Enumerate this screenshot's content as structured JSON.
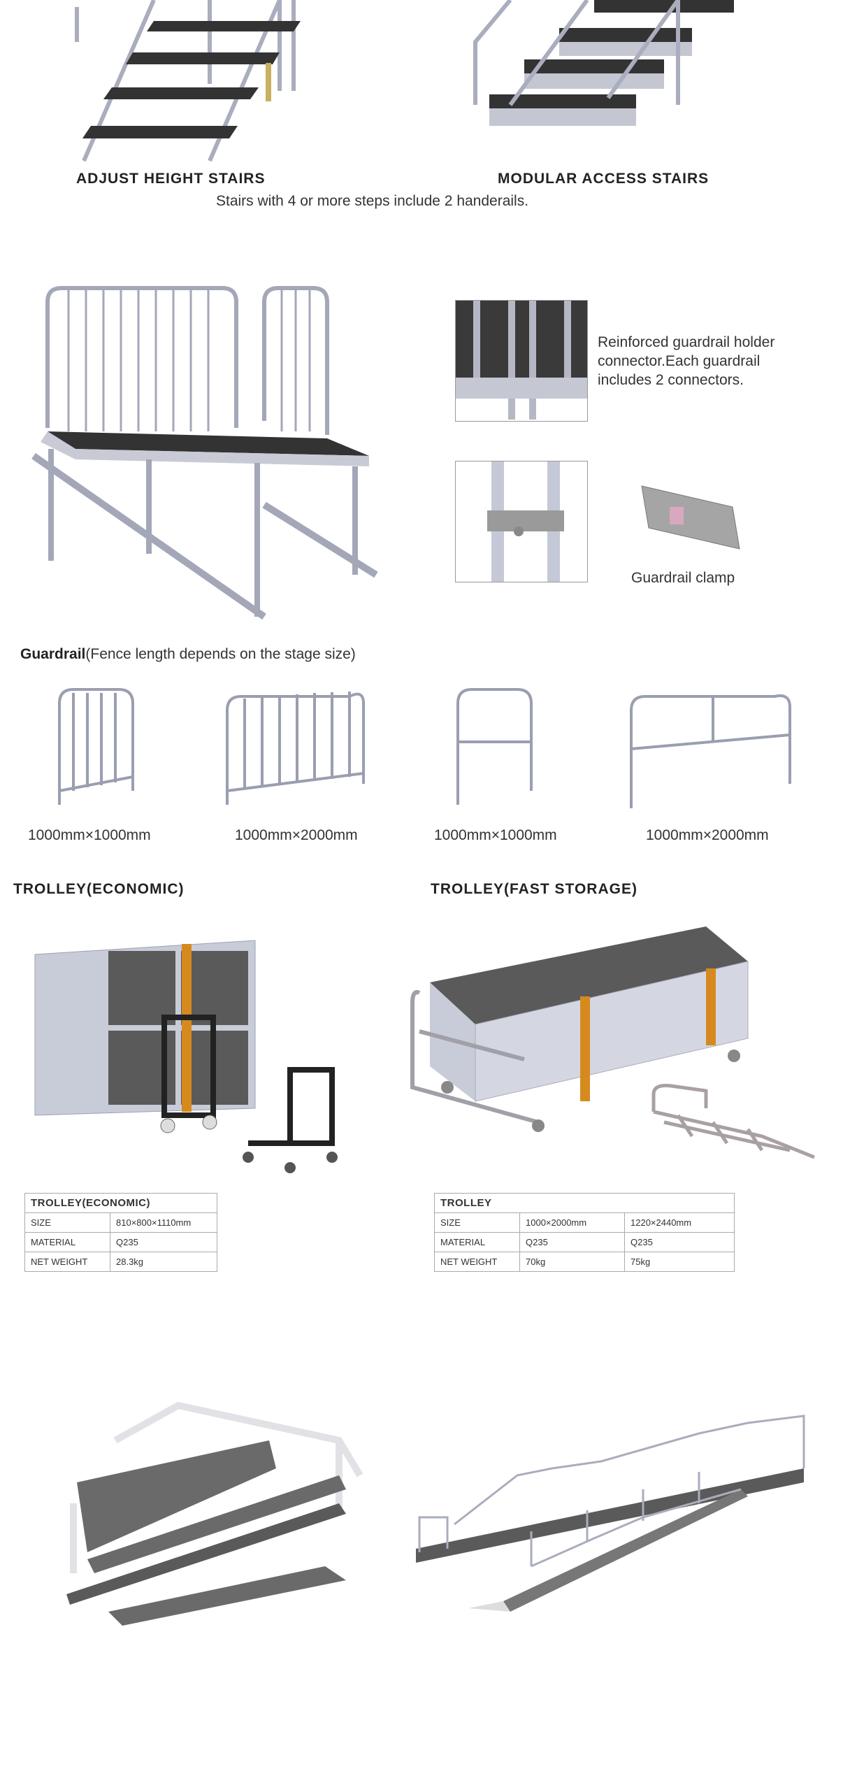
{
  "stairs": {
    "left_title": "ADJUST HEIGHT STAIRS",
    "right_title": "MODULAR ACCESS STAIRS",
    "note": "Stairs with 4 or more steps include 2 handerails."
  },
  "connector": {
    "description": "Reinforced guardrail holder connector.Each guardrail includes 2 connectors.",
    "clamp_label": "Guardrail clamp"
  },
  "guardrail": {
    "title": "Guardrail",
    "subtitle": "(Fence length depends on the stage size)",
    "items": [
      {
        "size": "1000mm×1000mm"
      },
      {
        "size": "1000mm×2000mm"
      },
      {
        "size": "1000mm×1000mm"
      },
      {
        "size": "1000mm×2000mm"
      }
    ]
  },
  "trolleys": {
    "economic_title": "TROLLEY(ECONOMIC)",
    "fast_title": "TROLLEY(FAST STORAGE)",
    "economic_table": {
      "title": "TROLLEY(ECONOMIC)",
      "rows": [
        {
          "label": "SIZE",
          "value": "810×800×1110mm"
        },
        {
          "label": "MATERIAL",
          "value": "Q235"
        },
        {
          "label": "NET WEIGHT",
          "value": "28.3kg"
        }
      ]
    },
    "fast_table": {
      "title": "TROLLEY",
      "rows": [
        {
          "label": "SIZE",
          "v1": "1000×2000mm",
          "v2": "1220×2440mm"
        },
        {
          "label": "MATERIAL",
          "v1": "Q235",
          "v2": "Q235"
        },
        {
          "label": "NET WEIGHT",
          "v1": "70kg",
          "v2": "75kg"
        }
      ]
    }
  }
}
